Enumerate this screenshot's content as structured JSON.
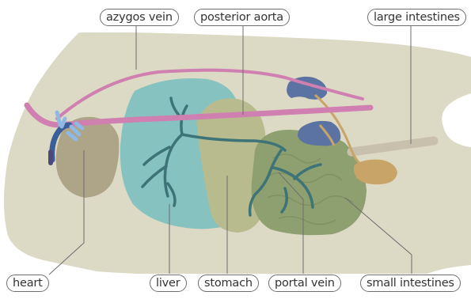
{
  "labels": {
    "azygos_vein": "azygos vein",
    "posterior_aorta": "posterior aorta",
    "large_intestines": "large intestines",
    "heart": "heart",
    "liver": "liver",
    "stomach": "stomach",
    "portal_vein": "portal vein",
    "small_intestines": "small intestines"
  },
  "colors": {
    "body": "#dcd9c5",
    "vessel_pink": "#cf7fb0",
    "heart": "#aea488",
    "liver": "#86c3c0",
    "stomach": "#b7bb8e",
    "small_intestines": "#8e9f70",
    "portal_vein": "#3e7477",
    "kidney": "#5a73a3",
    "large_intestine": "#c9a468",
    "heart_vessels": "#8fb9e3",
    "leader_line": "#6e6e6e"
  }
}
